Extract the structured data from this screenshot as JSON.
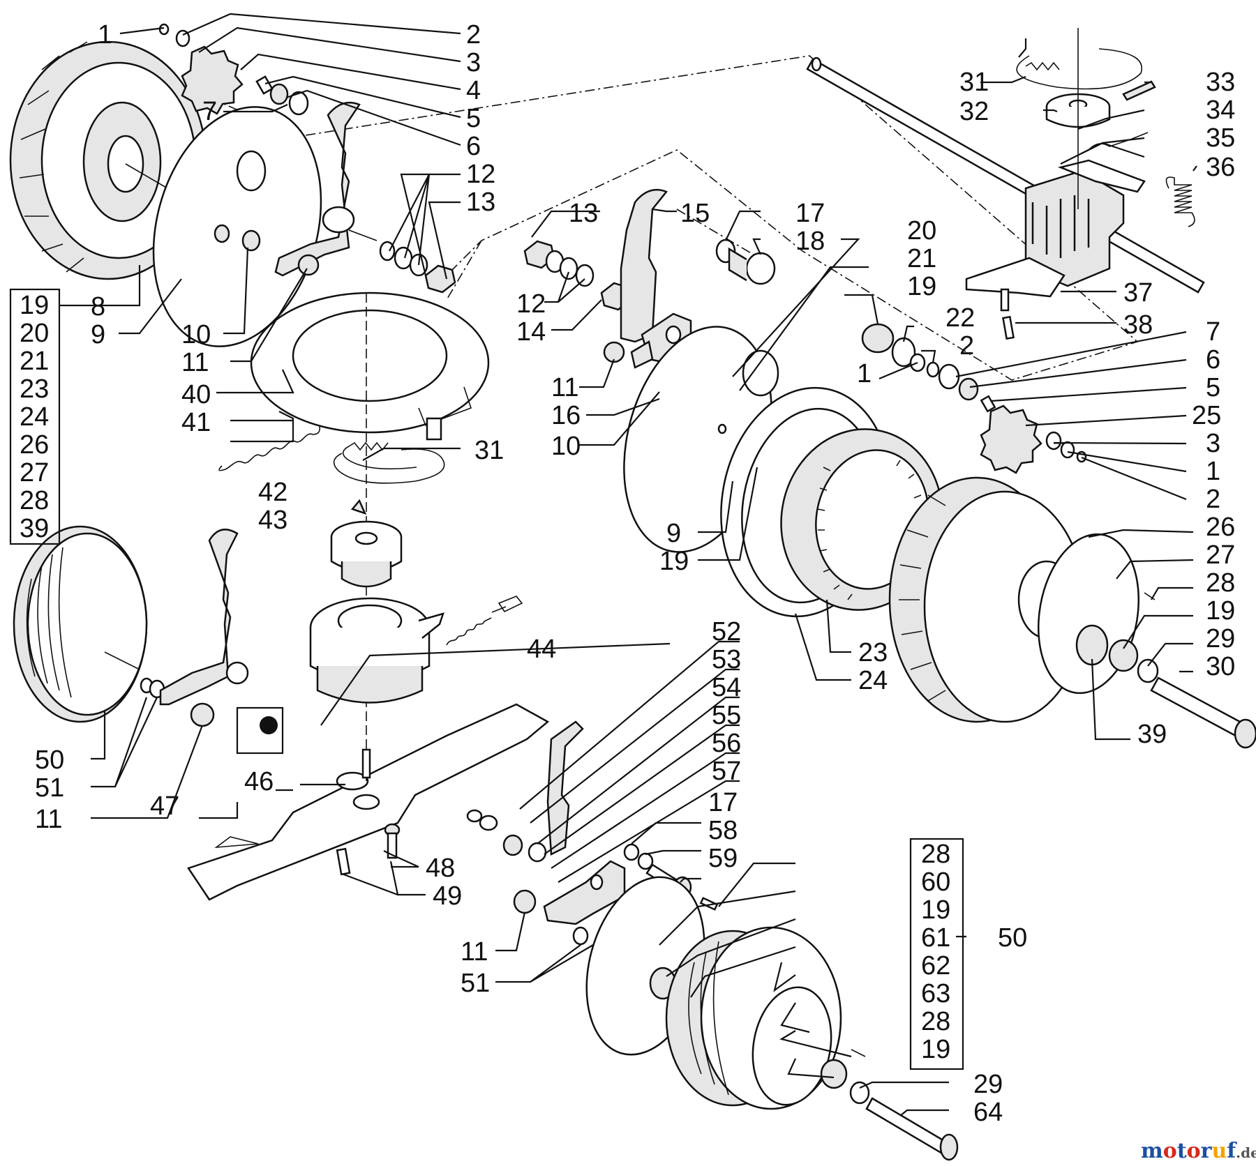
{
  "diagram": {
    "callouts": [
      "1",
      "2",
      "3",
      "4",
      "5",
      "6",
      "7",
      "8",
      "9",
      "10",
      "11",
      "12",
      "13",
      "13",
      "15",
      "17",
      "18",
      "12",
      "14",
      "11",
      "16",
      "10",
      "40",
      "41",
      "31",
      "42",
      "43",
      "44",
      "20",
      "21",
      "19",
      "22",
      "2",
      "1",
      "7",
      "6",
      "5",
      "25",
      "3",
      "1",
      "2",
      "31",
      "32",
      "33",
      "34",
      "35",
      "36",
      "37",
      "38",
      "9",
      "19",
      "26",
      "27",
      "28",
      "19",
      "29",
      "30",
      "23",
      "24",
      "39",
      "52",
      "53",
      "54",
      "55",
      "56",
      "57",
      "17",
      "58",
      "59",
      "50",
      "51",
      "11",
      "47",
      "46",
      "48",
      "49",
      "11",
      "51",
      "28",
      "60",
      "19",
      "61",
      "62",
      "63",
      "28",
      "19",
      "29",
      "64",
      "50"
    ],
    "left_group_box": [
      "19",
      "20",
      "21",
      "23",
      "24",
      "26",
      "27",
      "28",
      "39"
    ],
    "right_group_box": [
      "28",
      "60",
      "19",
      "61",
      "62",
      "63",
      "28",
      "19"
    ],
    "group_label": "50"
  },
  "logo": {
    "name": "motoruf",
    "suffix": ".de",
    "colors": {
      "m": "#1a4fa3",
      "o1": "#d62a1e",
      "t": "#1a4fa3",
      "o2": "#d62a1e",
      "r": "#1a4fa3",
      "u": "#f2a400",
      "f": "#1a4fa3",
      "de": "#555555"
    }
  }
}
